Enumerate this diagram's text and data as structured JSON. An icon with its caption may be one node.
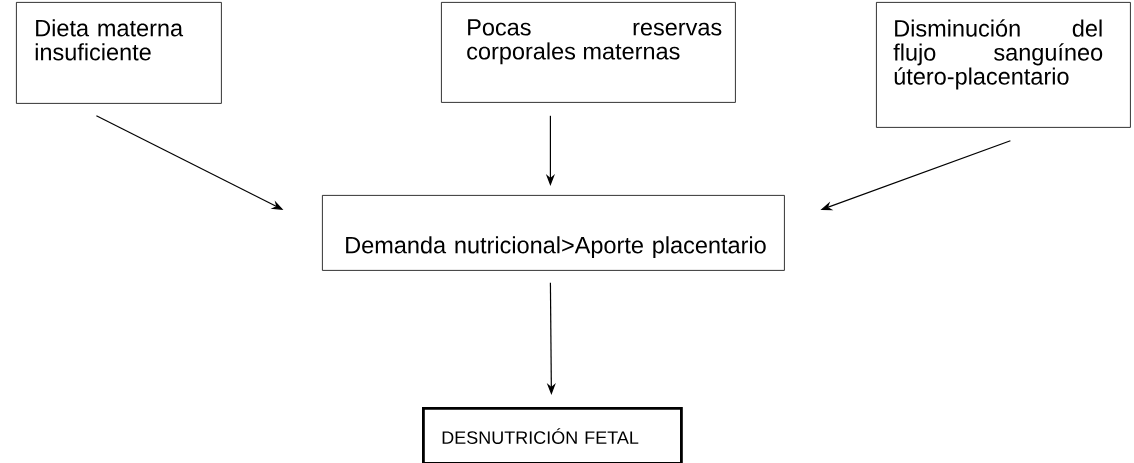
{
  "diagram": {
    "nodes": [
      {
        "text": [
          "Dieta materna insuficiente"
        ]
      },
      {
        "text": [
          "Pocas reservas corporales maternas"
        ]
      },
      {
        "text": [
          "Disminución del flujo sanguíneo útero-placentario"
        ]
      },
      {
        "text": [
          "Demanda nutricional>Aporte placentario"
        ]
      },
      {
        "text": [
          "DESNUTRICIÓN FETAL"
        ]
      }
    ],
    "edges": [
      {
        "from": 0,
        "to": 3,
        "arrow": "to"
      },
      {
        "from": 1,
        "to": 3,
        "arrow": "to"
      },
      {
        "from": 2,
        "to": 3,
        "arrow": "to"
      },
      {
        "from": 3,
        "to": 4,
        "arrow": "to"
      }
    ]
  }
}
